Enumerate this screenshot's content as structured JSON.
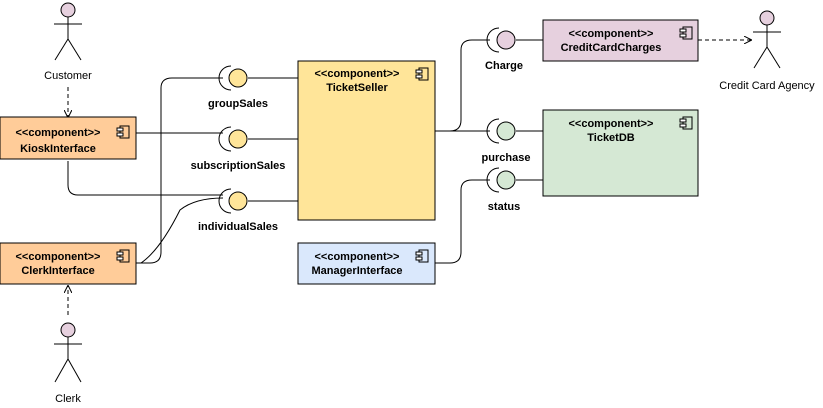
{
  "colors": {
    "orange": "#ffcc99",
    "yellow": "#ffe599",
    "purple": "#e6d0de",
    "green": "#d5e8d4",
    "blue": "#dae8fc",
    "actor": "#e6d0de",
    "stroke": "#000000"
  },
  "stereotype": "<<component>>",
  "actors": {
    "customer": "Customer",
    "clerk": "Clerk",
    "agency": "Credit Card Agency"
  },
  "components": {
    "kiosk": "KioskInterface",
    "clerk": "ClerkInterface",
    "ticket_seller": "TicketSeller",
    "manager": "ManagerInterface",
    "credit_card": "CreditCardCharges",
    "ticket_db": "TicketDB"
  },
  "interfaces": {
    "group_sales": "groupSales",
    "subscription_sales": "subscriptionSales",
    "individual_sales": "individualSales",
    "charge": "Charge",
    "purchase": "purchase",
    "status": "status"
  },
  "icons": {
    "actor": "stick-figure-icon",
    "component": "component-icon",
    "provided_interface": "lollipop-icon",
    "required_interface": "socket-icon"
  }
}
